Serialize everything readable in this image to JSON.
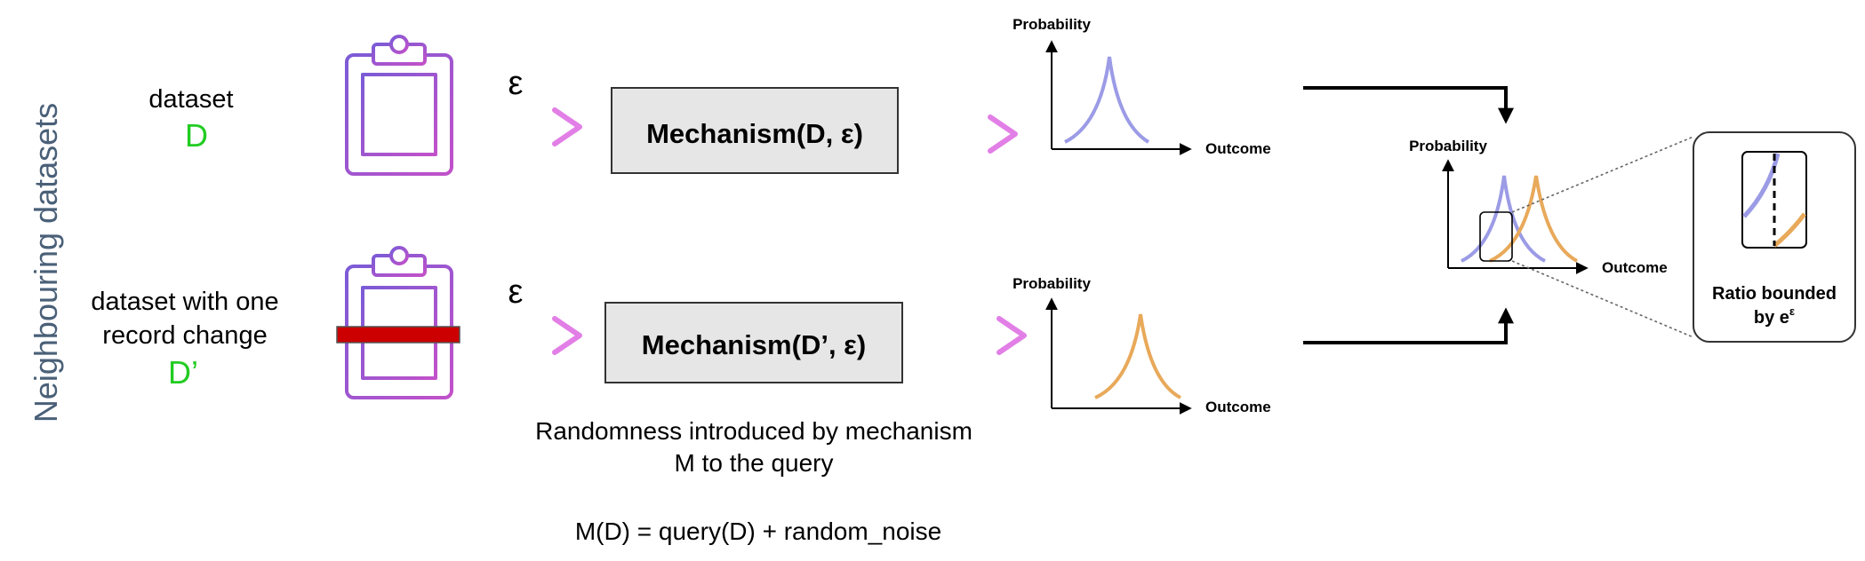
{
  "side_label": "Neighbouring datasets",
  "top": {
    "dataset_label": "dataset",
    "dataset_symbol": "D",
    "epsilon": "ε",
    "mechanism": "Mechanism(D, ε)",
    "plot": {
      "ylabel": "Probability",
      "xlabel": "Outcome"
    }
  },
  "bottom": {
    "dataset_label_line1": "dataset with  one",
    "dataset_label_line2": "record change",
    "dataset_symbol": "D’",
    "epsilon": "ε",
    "mechanism": "Mechanism(D’, ε)",
    "plot": {
      "ylabel": "Probability",
      "xlabel": "Outcome"
    }
  },
  "randomness_line1": "Randomness introduced by mechanism",
  "randomness_line2": "M to the query",
  "formula": "M(D) = query(D) + random_noise",
  "combined_plot": {
    "ylabel": "Probability",
    "xlabel": "Outcome"
  },
  "zoom_caption_line1": "Ratio bounded",
  "zoom_caption_line2": "by e",
  "zoom_caption_sup": "ε",
  "colors": {
    "purple_curve": "#9b9be6",
    "orange_curve": "#e8a95a",
    "dataset_symbol": "#22cc22",
    "side_label": "#4a6078",
    "redaction_bar": "#cc0000",
    "clipboard_from": "#7b5bd6",
    "clipboard_to": "#c251c9"
  }
}
